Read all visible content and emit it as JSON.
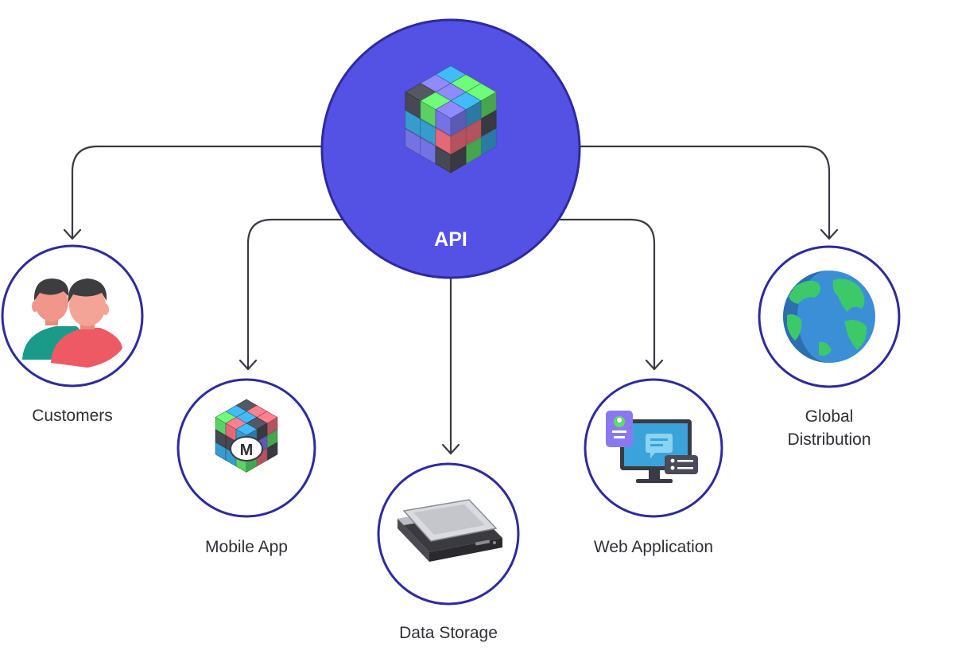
{
  "hub": {
    "label": "API",
    "icon": "rubik-cube-icon",
    "color": "#5352e4"
  },
  "nodes": [
    {
      "id": "customers",
      "label": "Customers",
      "icon": "customers-icon"
    },
    {
      "id": "mobile",
      "label": "Mobile App",
      "icon": "mobile-cube-icon",
      "badge": "M"
    },
    {
      "id": "storage",
      "label": "Data Storage",
      "icon": "hard-drive-icon"
    },
    {
      "id": "web",
      "label": "Web Application",
      "icon": "monitor-icon"
    },
    {
      "id": "global",
      "label_line1": "Global",
      "label_line2": "Distribution",
      "icon": "globe-icon"
    }
  ],
  "colors": {
    "ring": "#2e2a9e",
    "connector": "#3a3a44",
    "cube_palette": [
      "#ef6f7e",
      "#7b79f0",
      "#3aa3d9",
      "#4a4c57",
      "#5fdc6a"
    ]
  }
}
